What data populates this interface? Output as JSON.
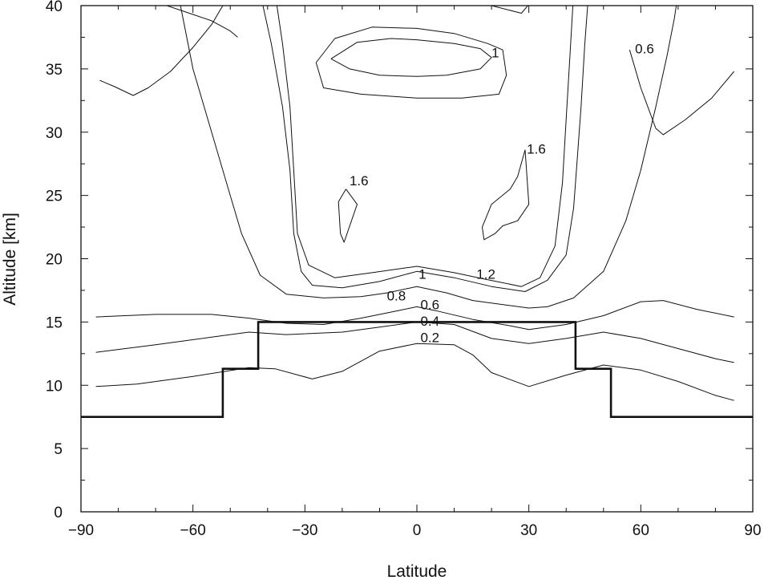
{
  "chart_data": {
    "type": "contour",
    "xlabel": "Latitude",
    "ylabel": "Altitude [km]",
    "xlim": [
      -90,
      90
    ],
    "ylim": [
      0,
      40
    ],
    "xticks": [
      -90,
      -60,
      -30,
      0,
      30,
      60,
      90
    ],
    "xtick_labels": [
      "−90",
      "−60",
      "−30",
      "0",
      "30",
      "60",
      "90"
    ],
    "yticks": [
      0,
      5,
      10,
      15,
      20,
      25,
      30,
      35,
      40
    ],
    "ytick_labels": [
      "0",
      "5",
      "10",
      "15",
      "20",
      "25",
      "30",
      "35",
      "40"
    ],
    "grid": false,
    "contour_labels": [
      {
        "text": "0.2",
        "lat": 3.5,
        "alt": 13.7
      },
      {
        "text": "0.4",
        "lat": 3.5,
        "alt": 15.0
      },
      {
        "text": "0.6",
        "lat": 3.5,
        "alt": 16.3
      },
      {
        "text": "0.8",
        "lat": -5.5,
        "alt": 17.0
      },
      {
        "text": "1",
        "lat": 1.5,
        "alt": 18.7
      },
      {
        "text": "1.2",
        "lat": 18.5,
        "alt": 18.7
      },
      {
        "text": "1.6",
        "lat": -15.5,
        "alt": 26.1
      },
      {
        "text": "1.6",
        "lat": 32,
        "alt": 28.6
      },
      {
        "text": "0.6",
        "lat": 61,
        "alt": 36.5
      },
      {
        "text": "1",
        "lat": 21,
        "alt": 36.2
      }
    ],
    "contours": [
      {
        "level": 0.2,
        "points": [
          [
            -86,
            9.9
          ],
          [
            -75,
            10.1
          ],
          [
            -60,
            10.7
          ],
          [
            -45,
            11.4
          ],
          [
            -38,
            11.3
          ],
          [
            -28,
            10.5
          ],
          [
            -20,
            11.1
          ],
          [
            -10,
            12.7
          ],
          [
            0,
            13.3
          ],
          [
            10,
            13.2
          ],
          [
            15,
            12.4
          ],
          [
            20,
            11.0
          ],
          [
            30,
            9.9
          ],
          [
            40,
            10.8
          ],
          [
            50,
            11.6
          ],
          [
            60,
            11.2
          ],
          [
            70,
            10.3
          ],
          [
            80,
            9.2
          ],
          [
            85,
            8.8
          ]
        ]
      },
      {
        "level": 0.4,
        "points": [
          [
            -86,
            12.6
          ],
          [
            -70,
            13.2
          ],
          [
            -55,
            13.8
          ],
          [
            -45,
            14.2
          ],
          [
            -35,
            14.0
          ],
          [
            -20,
            14.2
          ],
          [
            -10,
            14.6
          ],
          [
            0,
            15.0
          ],
          [
            10,
            14.8
          ],
          [
            20,
            13.7
          ],
          [
            30,
            13.3
          ],
          [
            40,
            13.7
          ],
          [
            50,
            14.2
          ],
          [
            60,
            13.7
          ],
          [
            70,
            12.9
          ],
          [
            80,
            12.1
          ],
          [
            85,
            11.8
          ]
        ]
      },
      {
        "level": 0.6,
        "points": [
          [
            -86,
            15.4
          ],
          [
            -70,
            15.6
          ],
          [
            -55,
            15.6
          ],
          [
            -45,
            15.3
          ],
          [
            -35,
            14.9
          ],
          [
            -25,
            14.8
          ],
          [
            -15,
            15.3
          ],
          [
            -5,
            15.9
          ],
          [
            0,
            16.2
          ],
          [
            5,
            15.9
          ],
          [
            15,
            15.2
          ],
          [
            25,
            14.7
          ],
          [
            30,
            14.4
          ],
          [
            40,
            14.8
          ],
          [
            50,
            15.5
          ],
          [
            60,
            16.6
          ],
          [
            66,
            16.7
          ],
          [
            75,
            16.0
          ],
          [
            85,
            15.4
          ]
        ]
      },
      {
        "level": 0.8,
        "points": [
          [
            -64,
            41
          ],
          [
            -62,
            38
          ],
          [
            -60,
            35
          ],
          [
            -58,
            33
          ],
          [
            -54,
            29
          ],
          [
            -50,
            25
          ],
          [
            -47,
            22
          ],
          [
            -42,
            18.7
          ],
          [
            -35,
            17.2
          ],
          [
            -25,
            16.9
          ],
          [
            -15,
            17.0
          ],
          [
            -8,
            17.3
          ],
          [
            0,
            17.8
          ],
          [
            8,
            17.3
          ],
          [
            15,
            16.7
          ],
          [
            25,
            16.3
          ],
          [
            30,
            16.1
          ],
          [
            35,
            16.2
          ],
          [
            42,
            16.9
          ],
          [
            50,
            19.0
          ],
          [
            56,
            23
          ],
          [
            60,
            27
          ],
          [
            64,
            32
          ],
          [
            67,
            36
          ],
          [
            69,
            39
          ],
          [
            70,
            41
          ]
        ]
      },
      {
        "level": 1.0,
        "points": [
          [
            -42,
            41
          ],
          [
            -39,
            37
          ],
          [
            -36,
            32
          ],
          [
            -34,
            27
          ],
          [
            -33,
            22
          ],
          [
            -31,
            19
          ],
          [
            -28,
            17.9
          ],
          [
            -20,
            17.7
          ],
          [
            -10,
            18.2
          ],
          [
            0,
            19.0
          ],
          [
            10,
            18.5
          ],
          [
            20,
            17.8
          ],
          [
            29,
            17.4
          ],
          [
            35,
            18.3
          ],
          [
            40,
            20.3
          ],
          [
            42,
            24
          ],
          [
            43,
            28
          ],
          [
            44,
            32
          ],
          [
            45,
            37
          ],
          [
            46,
            41
          ]
        ]
      },
      {
        "level": 1.2,
        "points": [
          [
            -38,
            41
          ],
          [
            -36,
            37
          ],
          [
            -34,
            32
          ],
          [
            -33,
            27
          ],
          [
            -32,
            22
          ],
          [
            -29,
            19.5
          ],
          [
            -22,
            18.5
          ],
          [
            -12,
            18.9
          ],
          [
            0,
            19.4
          ],
          [
            10,
            18.9
          ],
          [
            18,
            18.4
          ],
          [
            28,
            17.8
          ],
          [
            33,
            18.5
          ],
          [
            37,
            21
          ],
          [
            39,
            26
          ],
          [
            40,
            31
          ],
          [
            41,
            36
          ],
          [
            42,
            41
          ]
        ]
      },
      {
        "level": 1.0,
        "points": [
          [
            -27,
            35.5
          ],
          [
            -22,
            37.4
          ],
          [
            -12,
            38.3
          ],
          [
            0,
            38.2
          ],
          [
            10,
            37.8
          ],
          [
            19,
            37.0
          ],
          [
            23,
            36.5
          ],
          [
            24,
            34.5
          ],
          [
            22,
            33.0
          ],
          [
            12,
            32.7
          ],
          [
            0,
            32.7
          ],
          [
            -15,
            33.0
          ],
          [
            -25,
            33.5
          ],
          [
            -27,
            35.5
          ]
        ]
      },
      {
        "level": 1.2,
        "points": [
          [
            -23,
            35.8
          ],
          [
            -16,
            37.1
          ],
          [
            -7,
            37.4
          ],
          [
            0,
            37.3
          ],
          [
            10,
            37.0
          ],
          [
            17,
            36.6
          ],
          [
            20,
            35.9
          ],
          [
            17,
            35.0
          ],
          [
            8,
            34.5
          ],
          [
            0,
            34.4
          ],
          [
            -10,
            34.5
          ],
          [
            -18,
            35.0
          ],
          [
            -23,
            35.8
          ]
        ]
      },
      {
        "level": 1.6,
        "points": [
          [
            -19,
            25.5
          ],
          [
            -21,
            24.5
          ],
          [
            -20.5,
            22.0
          ],
          [
            -19.5,
            21.3
          ],
          [
            -16,
            24.3
          ],
          [
            -19,
            25.5
          ]
        ]
      },
      {
        "level": 1.6,
        "points": [
          [
            29,
            28.6
          ],
          [
            27,
            26.5
          ],
          [
            25,
            25.5
          ],
          [
            20,
            24.3
          ],
          [
            17.5,
            22.5
          ],
          [
            18,
            21.5
          ],
          [
            21,
            22.0
          ],
          [
            23,
            22.6
          ],
          [
            27,
            23.0
          ],
          [
            30,
            24.3
          ],
          [
            29.5,
            26.5
          ],
          [
            29,
            28.6
          ]
        ]
      },
      {
        "level": 0.6,
        "points": [
          [
            -85,
            34.1
          ],
          [
            -81,
            33.6
          ],
          [
            -76,
            32.9
          ],
          [
            -72,
            33.5
          ],
          [
            -66,
            34.8
          ],
          [
            -60,
            36.7
          ],
          [
            -55,
            38.5
          ],
          [
            -52,
            40
          ]
        ]
      },
      {
        "level": 0.6,
        "points": [
          [
            -77,
            41
          ],
          [
            -70,
            40.3
          ],
          [
            -60,
            39.3
          ],
          [
            -55,
            38.8
          ],
          [
            -50,
            38.0
          ],
          [
            -48,
            37.5
          ]
        ]
      },
      {
        "level": 0.6,
        "points": [
          [
            57,
            36.5
          ],
          [
            60,
            33.5
          ],
          [
            64,
            30.3
          ],
          [
            66,
            29.8
          ],
          [
            72,
            31.0
          ],
          [
            79,
            32.7
          ],
          [
            85,
            34.8
          ]
        ]
      },
      {
        "level": 0.8,
        "points": [
          [
            -35,
            40.2
          ],
          [
            -20,
            40.0
          ],
          [
            0,
            40.1
          ],
          [
            20,
            40.0
          ],
          [
            28,
            39.4
          ],
          [
            30,
            40.1
          ],
          [
            40,
            40.3
          ]
        ]
      }
    ],
    "tropopause": [
      [
        -90,
        7.5
      ],
      [
        -52,
        7.5
      ],
      [
        -52,
        11.3
      ],
      [
        -42.5,
        11.3
      ],
      [
        -42.5,
        15
      ],
      [
        42.5,
        15
      ],
      [
        42.5,
        11.3
      ],
      [
        52,
        11.3
      ],
      [
        52,
        7.5
      ],
      [
        90,
        7.5
      ]
    ]
  }
}
